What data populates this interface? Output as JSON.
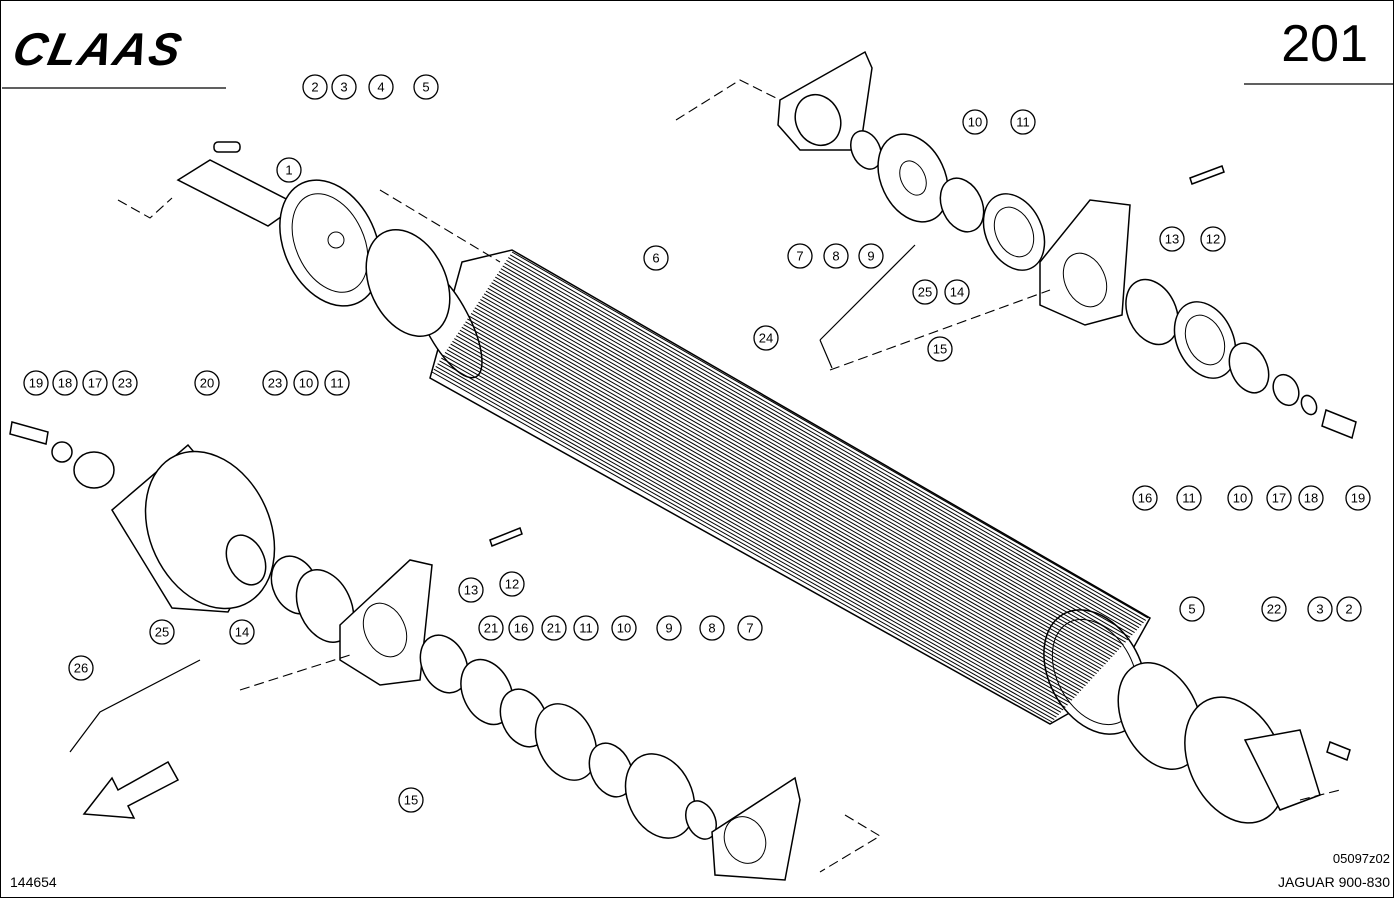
{
  "header": {
    "brand": "CLAAS",
    "page_number": "201"
  },
  "footer": {
    "sheet_id": "144654",
    "drawing_code": "05097z02",
    "model": "JAGUAR 900-830"
  },
  "callouts": [
    {
      "n": "1"
    },
    {
      "n": "2"
    },
    {
      "n": "3"
    },
    {
      "n": "4"
    },
    {
      "n": "5"
    },
    {
      "n": "6"
    },
    {
      "n": "7"
    },
    {
      "n": "8"
    },
    {
      "n": "9"
    },
    {
      "n": "10"
    },
    {
      "n": "11"
    },
    {
      "n": "12"
    },
    {
      "n": "13"
    },
    {
      "n": "25"
    },
    {
      "n": "14"
    },
    {
      "n": "15"
    },
    {
      "n": "24"
    },
    {
      "n": "16"
    },
    {
      "n": "11"
    },
    {
      "n": "10"
    },
    {
      "n": "17"
    },
    {
      "n": "18"
    },
    {
      "n": "19"
    },
    {
      "n": "19"
    },
    {
      "n": "18"
    },
    {
      "n": "17"
    },
    {
      "n": "23"
    },
    {
      "n": "20"
    },
    {
      "n": "23"
    },
    {
      "n": "10"
    },
    {
      "n": "11"
    },
    {
      "n": "12"
    },
    {
      "n": "13"
    },
    {
      "n": "25"
    },
    {
      "n": "14"
    },
    {
      "n": "26"
    },
    {
      "n": "21"
    },
    {
      "n": "16"
    },
    {
      "n": "21"
    },
    {
      "n": "11"
    },
    {
      "n": "10"
    },
    {
      "n": "9"
    },
    {
      "n": "8"
    },
    {
      "n": "7"
    },
    {
      "n": "15"
    },
    {
      "n": "5"
    },
    {
      "n": "22"
    },
    {
      "n": "3"
    },
    {
      "n": "2"
    }
  ]
}
